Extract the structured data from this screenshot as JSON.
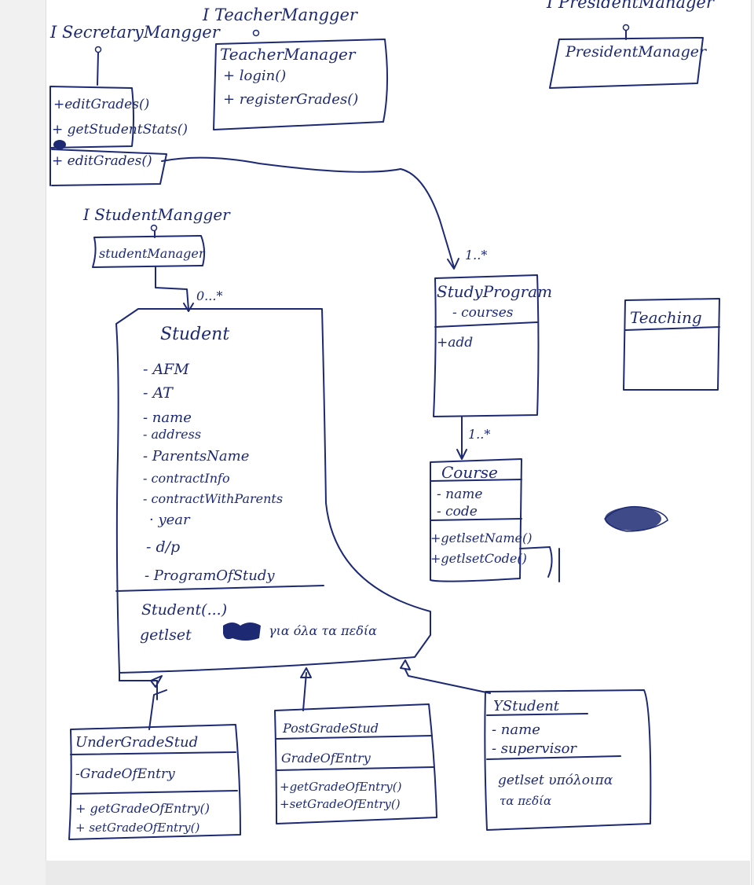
{
  "colors": {
    "ink": "#1d2a73",
    "paper": "#ffffff",
    "background": "#f1f1f1"
  },
  "interfaces": {
    "secretary": "I SecretaryMangger",
    "teacher": "I TeacherMangger",
    "president": "I PresidentManager",
    "student": "I StudentMangger"
  },
  "secretary_box": {
    "methods": [
      "+editGrades()",
      "+ getStudentStats()",
      "+ editGrades()"
    ]
  },
  "teacher_box": {
    "title": "TeacherManager",
    "methods": [
      "+ login()",
      "+ registerGrades()"
    ]
  },
  "president_box": {
    "title": "PresidentManager"
  },
  "student_manager_box": {
    "title": "studentManager"
  },
  "multiplicities": {
    "to_study_program": "1..*",
    "to_student": "0...*",
    "to_course": "1..*"
  },
  "student_class": {
    "name": "Student",
    "attributes": [
      "- AFM",
      "- AT",
      "- name",
      "- address",
      "- ParentsName",
      "- contractInfo",
      "- contractWithParents",
      "· year",
      "- d/p",
      "- ProgramOfStudy"
    ],
    "methods": [
      "Student(...)",
      "getlset",
      "για όλα τα πεδία"
    ]
  },
  "study_program": {
    "name": "StudyProgram",
    "attributes": [
      "- courses"
    ],
    "methods": [
      "+add"
    ]
  },
  "teaching": {
    "name": "Teaching"
  },
  "course": {
    "name": "Course",
    "attributes": [
      "- name",
      "- code"
    ],
    "methods": [
      "+getlsetName()",
      "+getlsetCode()"
    ]
  },
  "undergrad": {
    "name": "UnderGradeStud",
    "attributes": [
      "-GradeOfEntry"
    ],
    "methods": [
      "+ getGradeOfEntry()",
      "+ setGradeOfEntry()"
    ]
  },
  "postgrad": {
    "name": "PostGradeStud",
    "attributes": [
      "GradeOfEntry"
    ],
    "methods": [
      "+getGradeOfEntry()",
      "+setGradeOfEntry()"
    ]
  },
  "ystudent": {
    "name": "YStudent",
    "attributes": [
      "- name",
      "- supervisor"
    ],
    "methods": [
      "getlset υπόλοιπα",
      "τα πεδία"
    ]
  }
}
